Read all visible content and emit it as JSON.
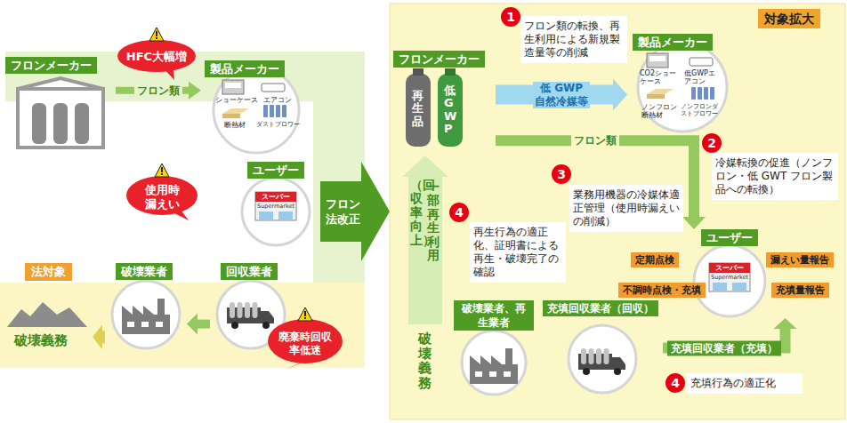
{
  "diagram": {
    "nodes": [
      {
        "text": [
          "フロンメーカー"
        ]
      },
      {
        "text": [
          "HFC大幅増"
        ]
      },
      {
        "text": [
          "製品メーカー",
          "ショーケース",
          "エアコン",
          "断熱材",
          "ダストブロワー"
        ]
      },
      {
        "text": [
          "ユーザー",
          "スーパー",
          "Supermarket"
        ]
      },
      {
        "text": [
          "使用時漏えい"
        ]
      },
      {
        "text": [
          "破壊業者"
        ]
      },
      {
        "text": [
          "回収業者"
        ]
      },
      {
        "text": [
          "廃棄時回収率低迷"
        ]
      },
      {
        "text": [
          "法対象",
          "破壊義務"
        ]
      },
      {
        "text": [
          "フロン法改正"
        ]
      },
      {
        "text": [
          "対象拡大"
        ]
      },
      {
        "text": [
          "フロンメーカー",
          "再生品",
          "低GWP"
        ],
        "in": 10
      },
      {
        "text": [
          "フロン類の転換、再生利用による新規製造量等の削減"
        ],
        "in": 10
      },
      {
        "text": [
          "製品メーカー",
          "CO2ショーケース",
          "低GWPエアコン",
          "ノンフロン断熱材",
          "ノンフロンダストブロワー"
        ],
        "in": 10
      },
      {
        "text": [
          "冷媒転換の促進（ノンフロン・低 GWT フロン製品への転換）"
        ],
        "in": 10
      },
      {
        "text": [
          "業務用機器の冷媒体適正管理（使用時漏えいの削減）"
        ],
        "in": 10
      },
      {
        "text": [
          "ユーザー",
          "定期点検",
          "漏えい量報告",
          "不調時点検・充填",
          "充填量報告",
          "スーパー",
          "Supermarket"
        ],
        "in": 10
      },
      {
        "text": [
          "再生行為の適正化、証明書による再生・破壊完了の確認"
        ],
        "in": 10
      },
      {
        "text": [
          "破壊業者、再生業者"
        ],
        "in": 10
      },
      {
        "text": [
          "充填回収業者（回収）"
        ],
        "in": 10
      },
      {
        "text": [
          "充填行為の適正化"
        ],
        "in": 10
      },
      {
        "text": [
          "一部再生利用",
          "（回収率向上）",
          "破壊義務"
        ],
        "in": 10
      }
    ],
    "edges": [
      {
        "from": 0,
        "to": 2,
        "label": "フロン類",
        "arrow": "to"
      },
      {
        "from": 6,
        "to": 5,
        "arrow": "to"
      },
      {
        "from": 5,
        "to": 8,
        "arrow": "to"
      },
      {
        "from": 11,
        "to": 13,
        "label": "低 GWP 自然冷媒等",
        "arrow": "to"
      },
      {
        "from": 11,
        "to": 16,
        "label": "フロン類",
        "arrow": "to"
      },
      {
        "from": 19,
        "to": 16,
        "label": "充填回収業者（充填）",
        "arrow": "to"
      }
    ],
    "labels": [
      "1",
      "2",
      "3",
      "4",
      "4"
    ]
  }
}
